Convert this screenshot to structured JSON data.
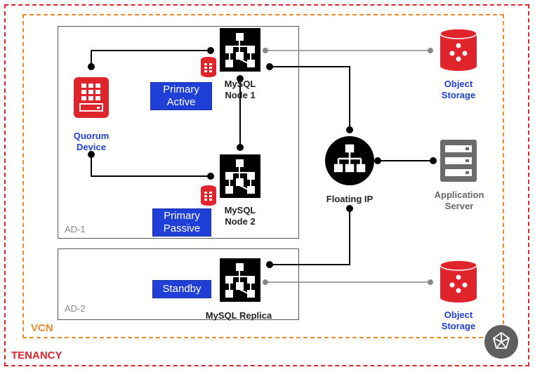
{
  "tenancy": {
    "label": "TENANCY",
    "color": "#e0242b"
  },
  "vcn": {
    "label": "VCN",
    "color": "#ef8a2b"
  },
  "ad1": {
    "label": "AD-1"
  },
  "ad2": {
    "label": "AD-2"
  },
  "quorum": {
    "line1": "Quorum",
    "line2": "Device"
  },
  "node1": {
    "line1": "MySQL",
    "line2": "Node 1",
    "status_line1": "Primary",
    "status_line2": "Active"
  },
  "node2": {
    "line1": "MySQL",
    "line2": "Node 2",
    "status_line1": "Primary",
    "status_line2": "Passive"
  },
  "replica": {
    "label": "MySQL Replica",
    "status": "Standby"
  },
  "floating_ip": {
    "label": "Floating IP"
  },
  "object_storage_top": {
    "line1": "Object",
    "line2": "Storage"
  },
  "object_storage_bottom": {
    "line1": "Object",
    "line2": "Storage"
  },
  "app_server": {
    "line1": "Application",
    "line2": "Server"
  },
  "colors": {
    "accent_blue": "#1f3fd6",
    "oracle_red": "#e0242b",
    "gray_icon": "#6b6b6b"
  }
}
